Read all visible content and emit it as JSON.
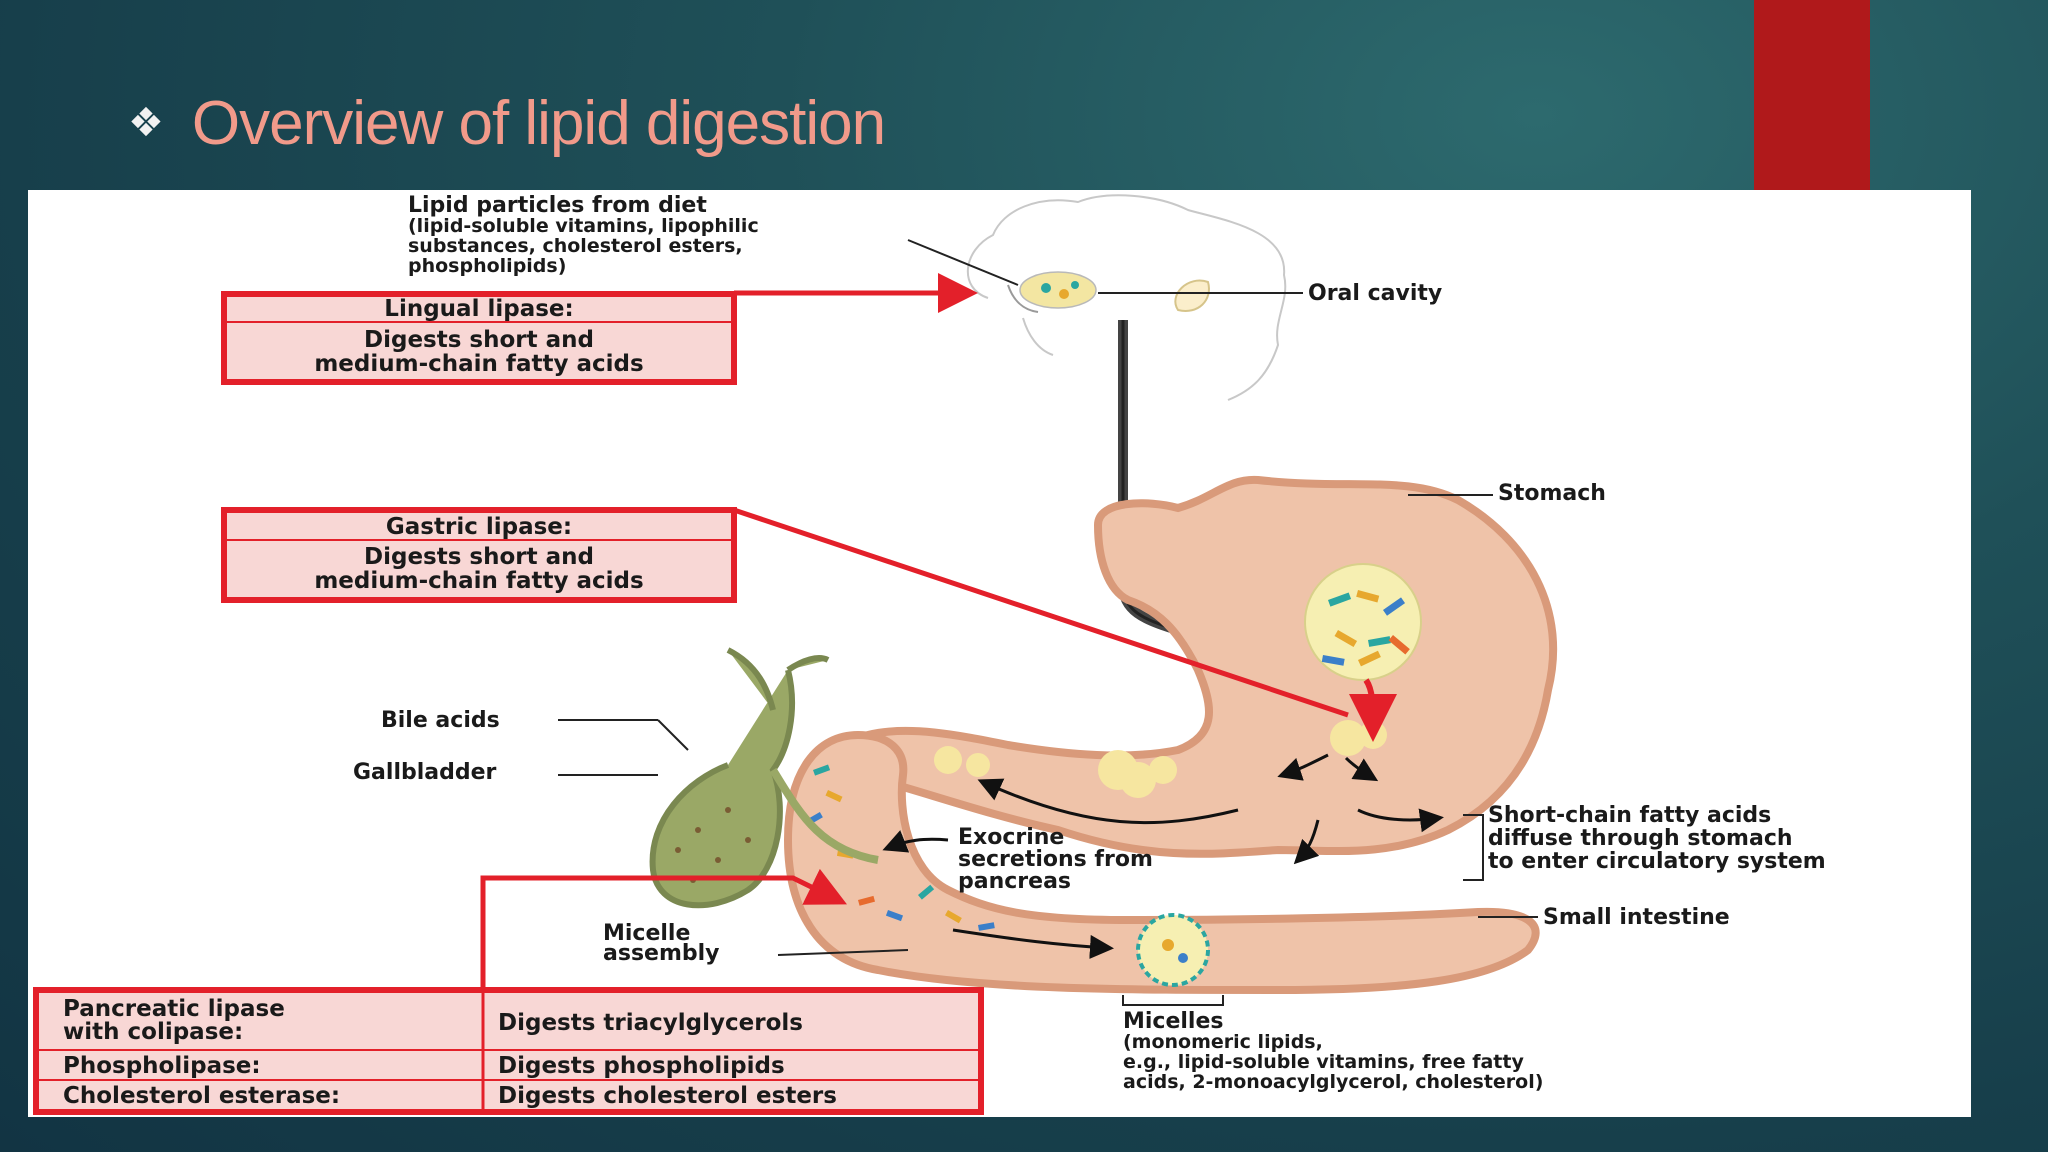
{
  "slide": {
    "bullet": "❖",
    "title": "Overview of lipid digestion"
  },
  "diagram": {
    "top_caption": {
      "line1": "Lipid particles from diet",
      "line2": "(lipid-soluble vitamins, lipophilic",
      "line3": "substances, cholesterol esters,",
      "line4": "phospholipids)"
    },
    "labels": {
      "oral_cavity": "Oral cavity",
      "stomach": "Stomach",
      "bile_acids": "Bile acids",
      "gallbladder": "Gallbladder",
      "exocrine1": "Exocrine",
      "exocrine2": "secretions from",
      "exocrine3": "pancreas",
      "scfa1": "Short-chain fatty acids",
      "scfa2": "diffuse through stomach",
      "scfa3": "to enter circulatory system",
      "small_intestine": "Small intestine",
      "micelle_assembly1": "Micelle",
      "micelle_assembly2": "assembly",
      "micelles_title": "Micelles",
      "micelles1": "(monomeric lipids,",
      "micelles2": "e.g., lipid-soluble vitamins, free fatty",
      "micelles3": "acids, 2-monoacylglycerol, cholesterol)"
    },
    "lingual_box": {
      "title": "Lingual lipase:",
      "line1": "Digests short and",
      "line2": "medium-chain fatty acids"
    },
    "gastric_box": {
      "title": "Gastric lipase:",
      "line1": "Digests short and",
      "line2": "medium-chain fatty acids"
    },
    "enzyme_table": {
      "rows": [
        {
          "enzyme1": "Pancreatic lipase",
          "enzyme2": "with colipase:",
          "action": "Digests triacylglycerols"
        },
        {
          "enzyme1": "Phospholipase:",
          "action": "Digests phospholipids"
        },
        {
          "enzyme1": "Cholesterol esterase:",
          "action": "Digests cholesterol esters"
        }
      ]
    },
    "colors": {
      "accent_red": "#e3202a",
      "box_fill": "#f8d7d5",
      "organ_fill": "#efc3a9",
      "organ_edge": "#d99a7a",
      "gallbladder": "#9aa866"
    }
  }
}
